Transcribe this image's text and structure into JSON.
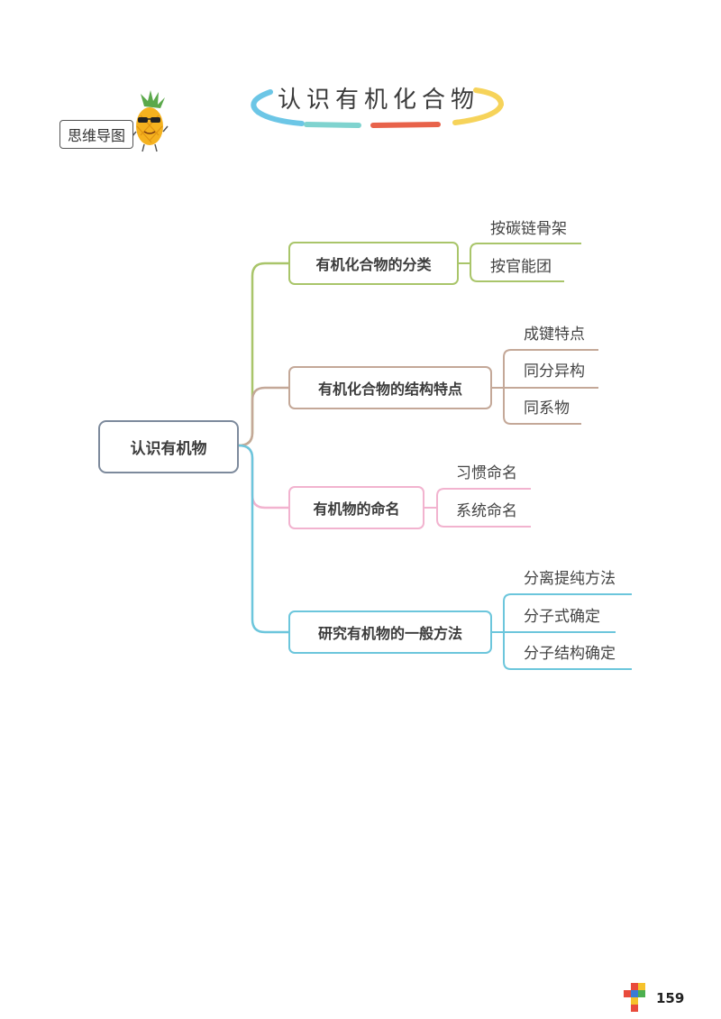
{
  "title": "认识有机化合物",
  "badge": "思维导图",
  "root": "认识有机物",
  "branches": [
    {
      "label": "有机化合物的分类",
      "color": "#a9c56a",
      "leaves": [
        "按碳链骨架",
        "按官能团"
      ]
    },
    {
      "label": "有机化合物的结构特点",
      "color": "#c4a898",
      "leaves": [
        "成键特点",
        "同分异构",
        "同系物"
      ]
    },
    {
      "label": "有机物的命名",
      "color": "#f2b3cf",
      "leaves": [
        "习惯命名",
        "系统命名"
      ]
    },
    {
      "label": "研究有机物的一般方法",
      "color": "#6cc6dc",
      "leaves": [
        "分离提纯方法",
        "分子式确定",
        "分子结构确定"
      ]
    }
  ],
  "page_number": "159",
  "colors": {
    "root_border": "#7d8a9c",
    "title_blue": "#6cc6e6",
    "title_teal": "#7fd3cf",
    "title_red": "#e8624a",
    "title_yellow": "#f6d35a"
  }
}
